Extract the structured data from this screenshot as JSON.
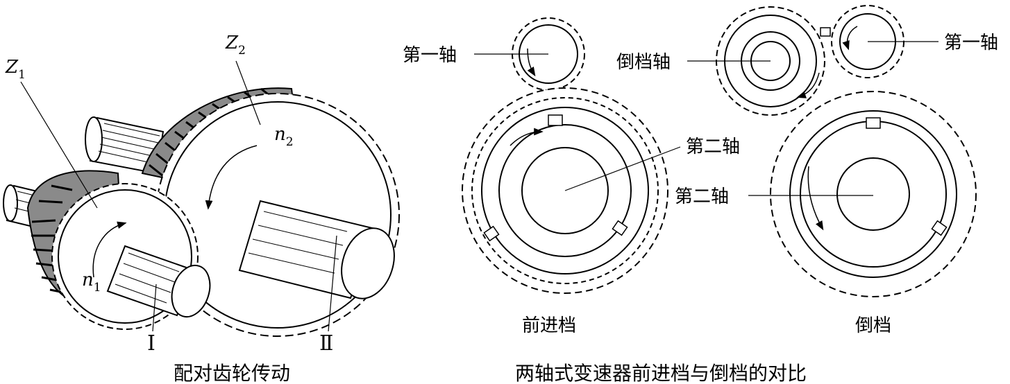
{
  "left_figure": {
    "caption": "配对齿轮传动",
    "gear_small": "Z",
    "gear_small_sub": "1",
    "gear_large": "Z",
    "gear_large_sub": "2",
    "speed_small": "n",
    "speed_small_sub": "1",
    "speed_large": "n",
    "speed_large_sub": "2",
    "shaft_one": "Ⅰ",
    "shaft_two": "Ⅱ"
  },
  "right_figure": {
    "caption": "两轴式变速器前进档与倒档的对比",
    "forward": {
      "caption": "前进档",
      "first_shaft": "第一轴",
      "second_shaft": "第二轴"
    },
    "reverse": {
      "caption": "倒档",
      "first_shaft": "第一轴",
      "reverse_shaft": "倒档轴",
      "second_shaft": "第二轴"
    }
  }
}
